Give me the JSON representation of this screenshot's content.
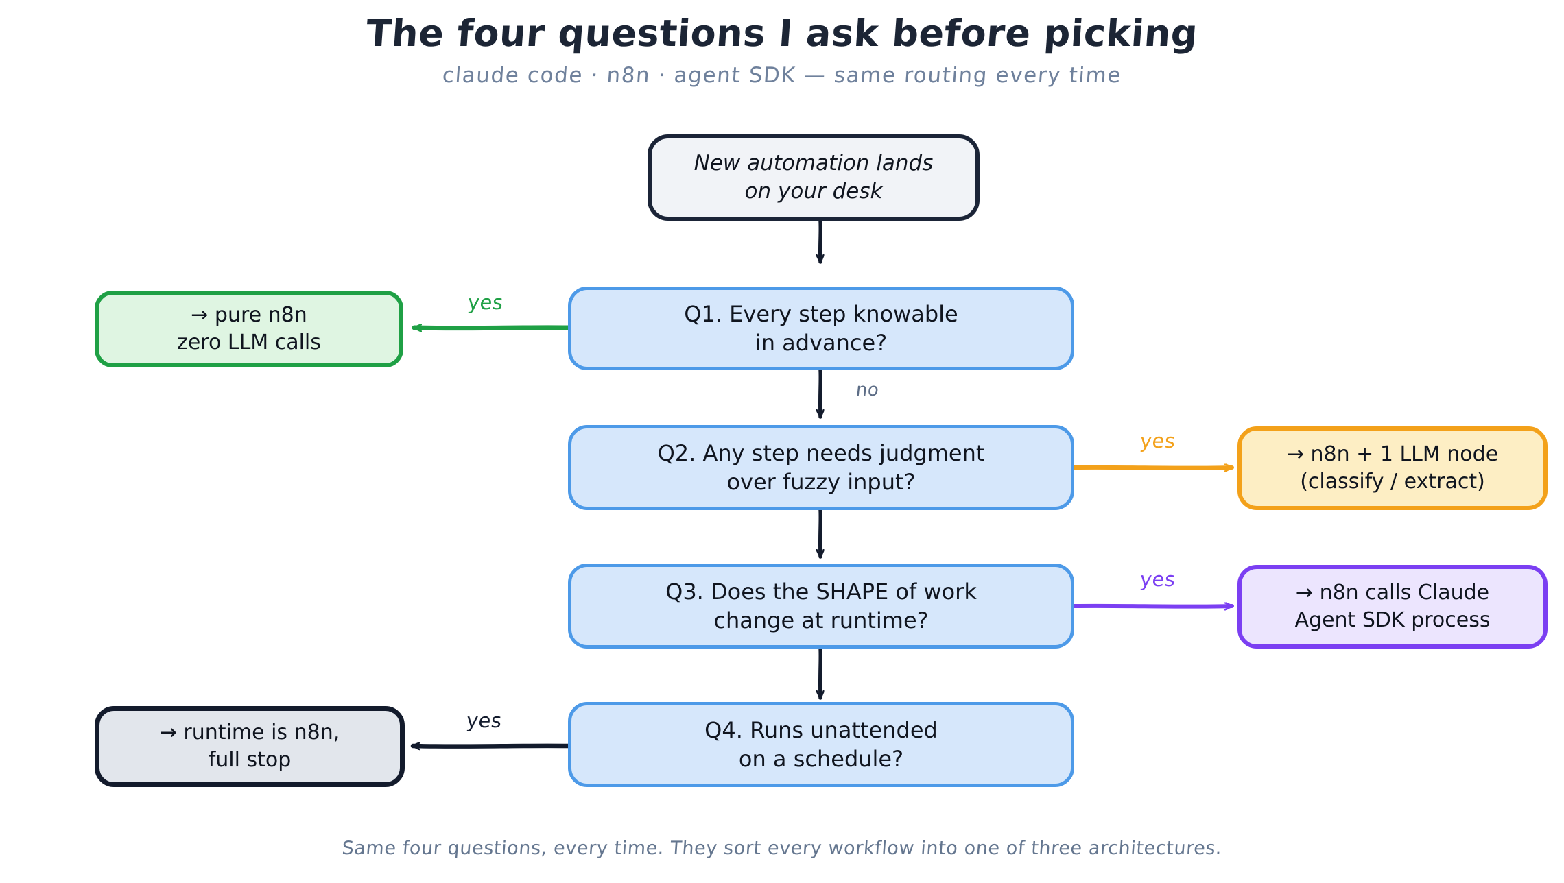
{
  "header": {
    "title": "The four questions I ask before picking",
    "subtitle": "claude code · n8n · agent SDK — same routing every time"
  },
  "footer": {
    "caption": "Same four questions, every time. They sort every workflow into one of three architectures."
  },
  "colors": {
    "background": "#ffffff",
    "ink": "#131b2c",
    "slate": "#64768f",
    "blue_border": "#4d9ae8",
    "blue_fill": "#d6e7fb",
    "green_border": "#1fa045",
    "green_fill": "#dff5e2",
    "orange_border": "#f3a11a",
    "orange_fill": "#fdeec4",
    "purple_border": "#7b3ff2",
    "purple_fill": "#ece5fe",
    "gray_fill": "#e2e6ec",
    "start_fill": "#f1f3f7"
  },
  "nodes": {
    "start": {
      "line1": "New automation lands",
      "line2": "on your desk"
    },
    "q1": {
      "line1": "Q1. Every step knowable",
      "line2": "in advance?"
    },
    "q2": {
      "line1": "Q2. Any step needs judgment",
      "line2": "over fuzzy input?"
    },
    "q3": {
      "line1": "Q3. Does the SHAPE of work",
      "line2": "change at runtime?"
    },
    "q4": {
      "line1": "Q4. Runs unattended",
      "line2": "on a schedule?"
    },
    "green": {
      "line1": "→ pure n8n",
      "line2": "zero LLM calls"
    },
    "orange": {
      "line1": "→ n8n + 1 LLM node",
      "line2": "(classify / extract)"
    },
    "purple": {
      "line1": "→ n8n calls Claude",
      "line2": "Agent SDK process"
    },
    "dark": {
      "line1": "→ runtime is n8n,",
      "line2": "full stop"
    }
  },
  "edges": {
    "q1_yes": "yes",
    "q1_no": "no",
    "q2_yes": "yes",
    "q3_yes": "yes",
    "q4_yes": "yes"
  },
  "chart_data": {
    "type": "flowchart",
    "title": "The four questions I ask before picking",
    "orientation": "top-down with right/left branches",
    "node_list": [
      {
        "id": "start",
        "kind": "terminal",
        "text": "New automation lands on your desk",
        "color": "#1b2437"
      },
      {
        "id": "q1",
        "kind": "decision",
        "text": "Q1. Every step knowable in advance?",
        "color": "#4d9ae8"
      },
      {
        "id": "q2",
        "kind": "decision",
        "text": "Q2. Any step needs judgment over fuzzy input?",
        "color": "#4d9ae8"
      },
      {
        "id": "q3",
        "kind": "decision",
        "text": "Q3. Does the SHAPE of work change at runtime?",
        "color": "#4d9ae8"
      },
      {
        "id": "q4",
        "kind": "decision",
        "text": "Q4. Runs unattended on a schedule?",
        "color": "#4d9ae8"
      },
      {
        "id": "green",
        "kind": "outcome",
        "text": "→ pure n8n zero LLM calls",
        "color": "#1fa045"
      },
      {
        "id": "orange",
        "kind": "outcome",
        "text": "→ n8n + 1 LLM node (classify / extract)",
        "color": "#f3a11a"
      },
      {
        "id": "purple",
        "kind": "outcome",
        "text": "→ n8n calls Claude Agent SDK process",
        "color": "#7b3ff2"
      },
      {
        "id": "dark",
        "kind": "outcome",
        "text": "→ runtime is n8n, full stop",
        "color": "#131b2c"
      }
    ],
    "edge_list": [
      {
        "from": "start",
        "to": "q1",
        "label": "",
        "color": "#131b2c"
      },
      {
        "from": "q1",
        "to": "green",
        "label": "yes",
        "color": "#1fa045"
      },
      {
        "from": "q1",
        "to": "q2",
        "label": "no",
        "color": "#131b2c"
      },
      {
        "from": "q2",
        "to": "orange",
        "label": "yes",
        "color": "#f3a11a"
      },
      {
        "from": "q2",
        "to": "q3",
        "label": "",
        "color": "#131b2c"
      },
      {
        "from": "q3",
        "to": "purple",
        "label": "yes",
        "color": "#7b3ff2"
      },
      {
        "from": "q3",
        "to": "q4",
        "label": "",
        "color": "#131b2c"
      },
      {
        "from": "q4",
        "to": "dark",
        "label": "yes",
        "color": "#131b2c"
      }
    ]
  }
}
